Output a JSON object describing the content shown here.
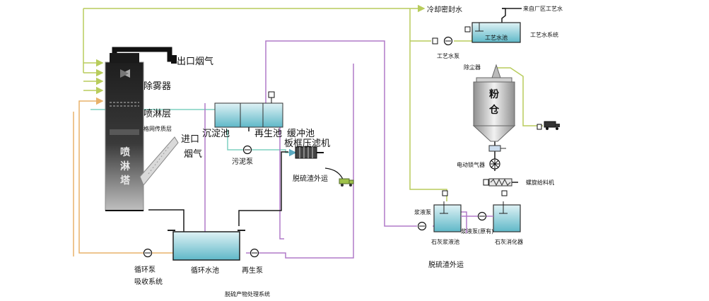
{
  "labels": {
    "outlet_flue": "出口烟气",
    "demister": "除雾器",
    "spray_layer": "喷淋层",
    "grid_layer": "格网传质层",
    "inlet_1": "进口",
    "inlet_2": "烟气",
    "tower": [
      "喷",
      "淋",
      "塔"
    ],
    "settling": "沉淀池",
    "regen_pool": "再生池",
    "buffer": "缓冲池",
    "filter_press": "板框压滤机",
    "sludge_pump": "污泥泵",
    "desulf_out_1": "脱硫渣外运",
    "circ_pool": "循环水池",
    "circ_pump": "循环泵",
    "absorb_sys": "吸收系统",
    "regen_pump": "再生泵",
    "bottom_title": "脱硫产物处理系统",
    "cooling_water": "冷却密封水",
    "plant_water": "来自厂区工艺水",
    "process_tank": "工艺水池",
    "process_pump": "工艺水泵",
    "process_sys": "工艺水系统",
    "dust_collector": "除尘器",
    "silo": [
      "粉",
      "仓"
    ],
    "rotary_valve": "电动锁气器",
    "screw_feeder": "螺旋给料机",
    "slurry_pump": "浆液泵",
    "lime_tank": "石灰浆液池",
    "slurry_pump_old": "浆液泵(原有)",
    "slaker": "石灰消化器",
    "desulf_out_2": "脱硫渣外运"
  },
  "colors": {
    "water_line": "#b8cc5c",
    "circ_line": "#e8b26a",
    "slurry_line": "#b07ac8",
    "sludge_line": "#7fd0c0",
    "black_line": "#1a1a1a",
    "tank_fill": "#7cc6d4",
    "tower_fill": "#2e2e2e"
  }
}
